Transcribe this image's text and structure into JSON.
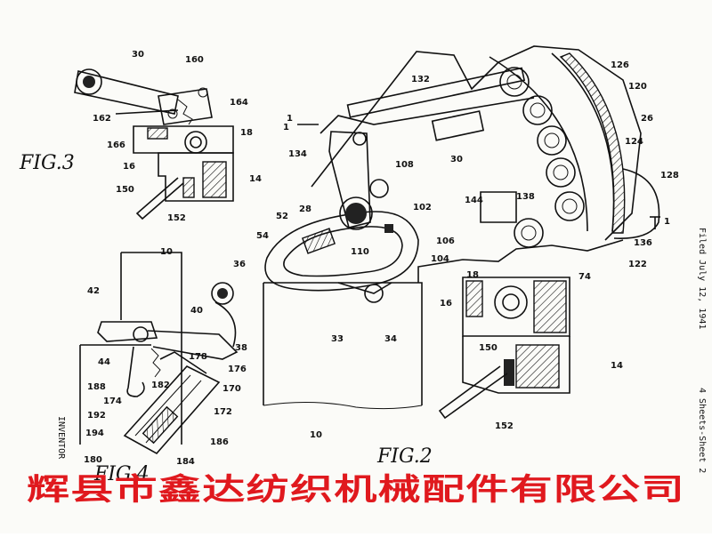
{
  "figures": {
    "fig2": "FIG.2",
    "fig3": "FIG.3",
    "fig4": "FIG.4"
  },
  "side_text": {
    "filed": "Filed July 12, 1941",
    "sheet": "4 Sheets-Sheet 2",
    "inventor": "INVENTOR"
  },
  "watermark": "辉县市鑫达纺织机械配件有限公司",
  "section_marks": [
    "1",
    "1"
  ],
  "labels": {
    "fig3": [
      "30",
      "160",
      "164",
      "162",
      "18",
      "166",
      "16",
      "150",
      "14",
      "152"
    ],
    "fig2": [
      "132",
      "126",
      "120",
      "26",
      "124",
      "128",
      "1",
      "134",
      "30",
      "108",
      "144",
      "138",
      "28",
      "102",
      "52",
      "54",
      "106",
      "104",
      "110",
      "136",
      "122",
      "74",
      "33",
      "34",
      "10",
      "18",
      "16",
      "150",
      "14",
      "152"
    ],
    "fig4": [
      "10",
      "36",
      "42",
      "40",
      "38",
      "44",
      "178",
      "176",
      "188",
      "182",
      "170",
      "174",
      "172",
      "192",
      "194",
      "186",
      "180",
      "184"
    ]
  },
  "colors": {
    "ink": "#111111",
    "paper": "#fbfbf8",
    "watermark": "#e0191e"
  }
}
